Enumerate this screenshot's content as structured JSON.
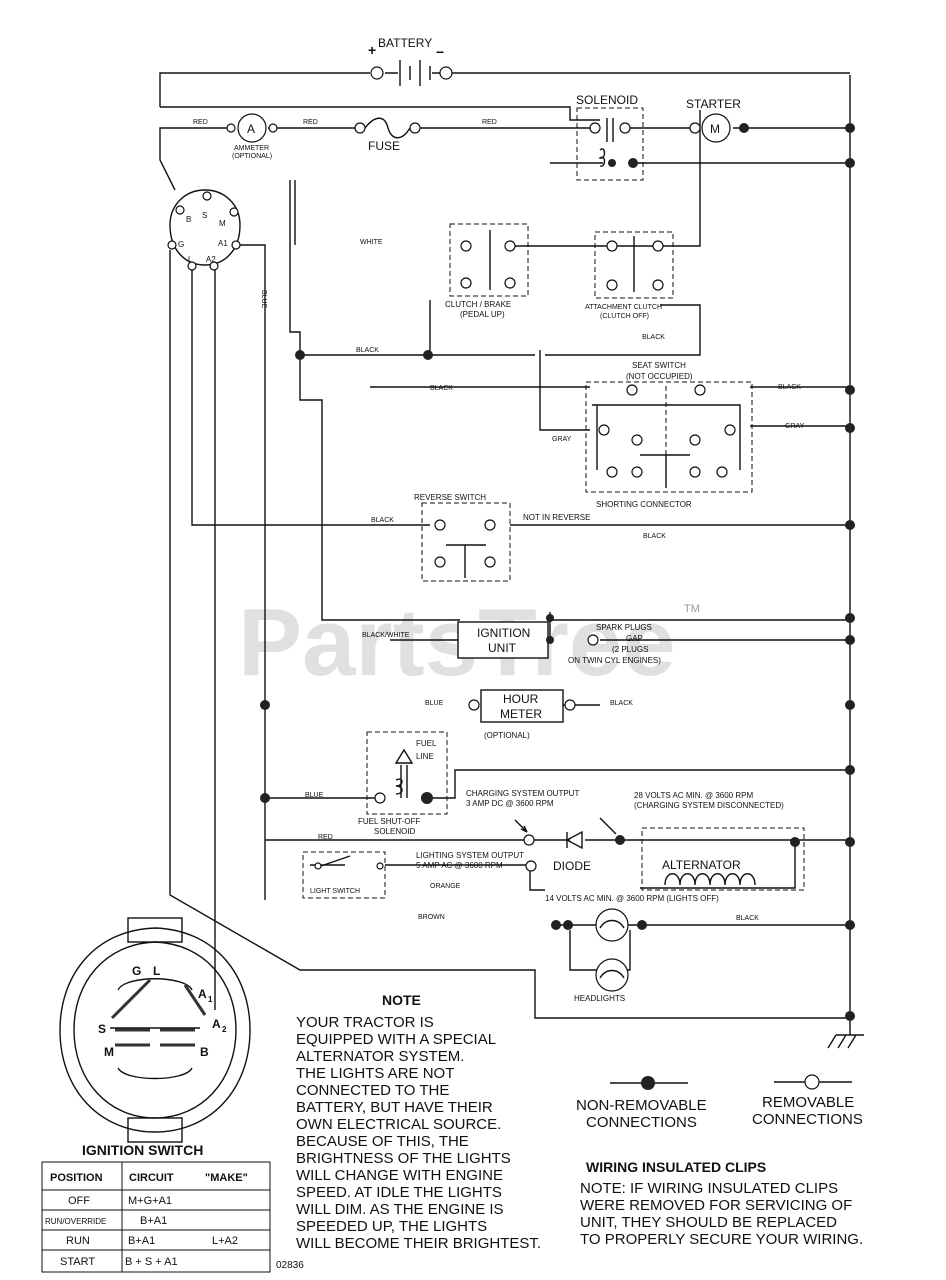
{
  "watermark": {
    "text": "PartsTree",
    "tm": "TM"
  },
  "components": {
    "battery": "BATTERY",
    "battery_pos": "+",
    "battery_neg": "−",
    "solenoid": "SOLENOID",
    "starter": "STARTER",
    "starter_m": "M",
    "ammeter_a": "A",
    "ammeter_label_1": "AMMETER",
    "ammeter_label_2": "(OPTIONAL)",
    "fuse": "FUSE",
    "clutch_brake_1": "CLUTCH / BRAKE",
    "clutch_brake_2": "(PEDAL UP)",
    "attach_clutch_1": "ATTACHMENT CLUTCH",
    "attach_clutch_2": "(CLUTCH OFF)",
    "seat_switch_1": "SEAT SWITCH",
    "seat_switch_2": "(NOT OCCUPIED)",
    "shorting_connector": "SHORTING CONNECTOR",
    "reverse_switch": "REVERSE SWITCH",
    "not_in_reverse": "NOT IN REVERSE",
    "ignition_unit_1": "IGNITION",
    "ignition_unit_2": "UNIT",
    "spark_plugs_1": "SPARK PLUGS",
    "spark_plugs_2": "GAP",
    "spark_plugs_3": "(2 PLUGS",
    "spark_plugs_4": "ON TWIN CYL ENGINES)",
    "hour_meter_1": "HOUR",
    "hour_meter_2": "METER",
    "hour_meter_3": "(OPTIONAL)",
    "fuel_line_1": "FUEL",
    "fuel_line_2": "LINE",
    "fuel_solenoid_1": "FUEL SHUT-OFF",
    "fuel_solenoid_2": "SOLENOID",
    "charging_1": "CHARGING SYSTEM OUTPUT",
    "charging_2": "3 AMP DC @ 3600 RPM",
    "volts_28_1": "28 VOLTS AC MIN. @ 3600 RPM",
    "volts_28_2": "(CHARGING SYSTEM DISCONNECTED)",
    "lighting_1": "LIGHTING SYSTEM OUTPUT",
    "lighting_2": "5 AMP AC @ 3600 RPM",
    "diode": "DIODE",
    "alternator": "ALTERNATOR",
    "volts_14": "14 VOLTS AC MIN. @ 3600 RPM (LIGHTS OFF)",
    "light_switch": "LIGHT SWITCH",
    "headlights": "HEADLIGHTS"
  },
  "ignition_terminals": {
    "b": "B",
    "s": "S",
    "m": "M",
    "g": "G",
    "a1": "A1",
    "l": "L",
    "a2": "A2"
  },
  "switch_face": {
    "g": "G",
    "l": "L",
    "a1": "A",
    "a1_sub": "1",
    "s": "S",
    "a2": "A",
    "a2_sub": "2",
    "m": "M",
    "b": "B"
  },
  "wires": {
    "red": "RED",
    "white": "WHITE",
    "blue": "BLUE",
    "black": "BLACK",
    "gray": "GRAY",
    "black_white": "BLACK/WHITE",
    "orange": "ORANGE",
    "brown": "BROWN"
  },
  "legend": {
    "non_removable_1": "NON-REMOVABLE",
    "non_removable_2": "CONNECTIONS",
    "removable_1": "REMOVABLE",
    "removable_2": "CONNECTIONS"
  },
  "note": {
    "title": "NOTE",
    "lines": [
      "YOUR TRACTOR IS",
      "EQUIPPED WITH A SPECIAL",
      "ALTERNATOR SYSTEM.",
      "THE LIGHTS ARE NOT",
      "CONNECTED TO THE",
      "BATTERY, BUT HAVE THEIR",
      "OWN ELECTRICAL SOURCE.",
      "BECAUSE OF THIS, THE",
      "BRIGHTNESS OF THE LIGHTS",
      "WILL CHANGE WITH ENGINE",
      "SPEED.  AT IDLE THE LIGHTS",
      "WILL DIM.  AS THE ENGINE IS",
      "SPEEDED UP, THE LIGHTS",
      "WILL BECOME THEIR BRIGHTEST."
    ]
  },
  "clips": {
    "title": "WIRING INSULATED CLIPS",
    "lines": [
      "NOTE: IF WIRING INSULATED CLIPS",
      "WERE REMOVED FOR SERVICING OF",
      "UNIT, THEY SHOULD BE REPLACED",
      "TO PROPERLY SECURE YOUR WIRING."
    ]
  },
  "ignition_switch": {
    "title": "IGNITION SWITCH",
    "headers": [
      "POSITION",
      "CIRCUIT",
      "\"MAKE\""
    ],
    "rows": [
      [
        "OFF",
        "M+G+A1",
        ""
      ],
      [
        "RUN/OVERRIDE",
        "B+A1",
        ""
      ],
      [
        "RUN",
        "B+A1",
        "L+A2"
      ],
      [
        "START",
        "B + S + A1",
        ""
      ]
    ]
  },
  "drawing_number": "02836"
}
